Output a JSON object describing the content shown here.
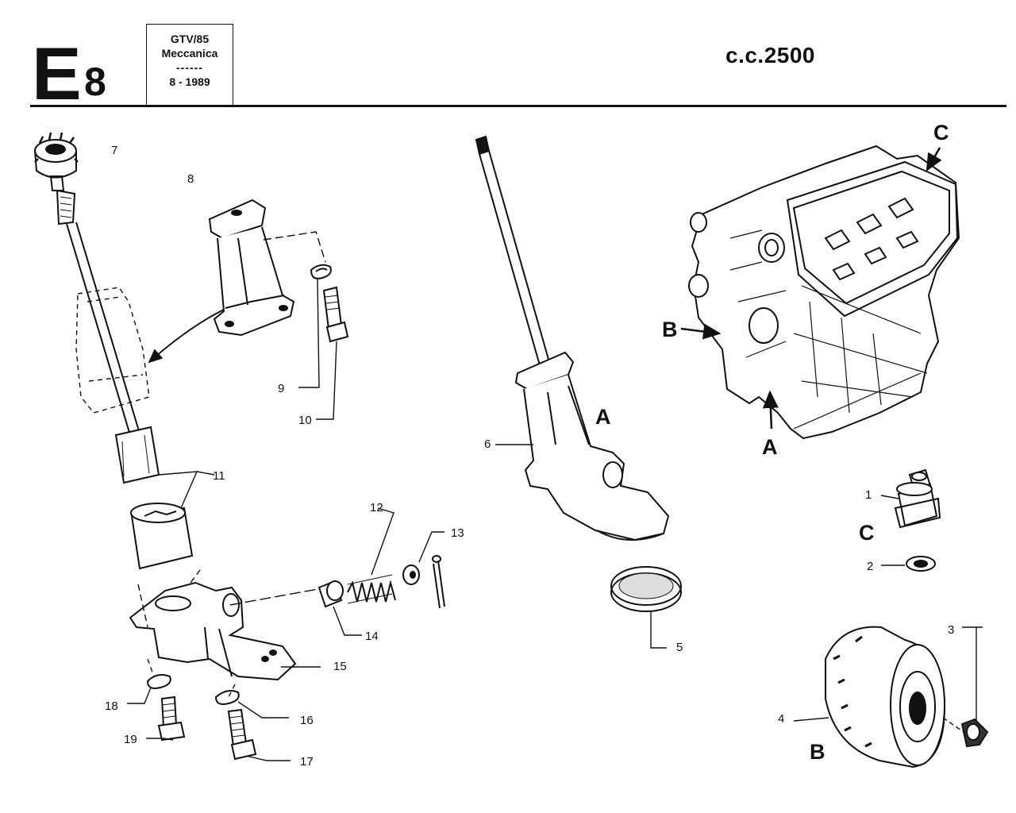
{
  "header": {
    "section_letter": "E",
    "section_number": "8",
    "model": "GTV/85",
    "group": "Meccanica",
    "separator": "------",
    "date": "8 - 1989",
    "displacement": "c.c.2500"
  },
  "callouts": {
    "c1": "1",
    "c2": "2",
    "c3": "3",
    "c4": "4",
    "c5": "5",
    "c6": "6",
    "c7": "7",
    "c8": "8",
    "c9": "9",
    "c10": "10",
    "c11": "11",
    "c12": "12",
    "c13": "13",
    "c14": "14",
    "c15": "15",
    "c16": "16",
    "c17": "17",
    "c18": "18",
    "c19": "19"
  },
  "view_letters": {
    "a": "A",
    "b": "B",
    "c": "C"
  }
}
